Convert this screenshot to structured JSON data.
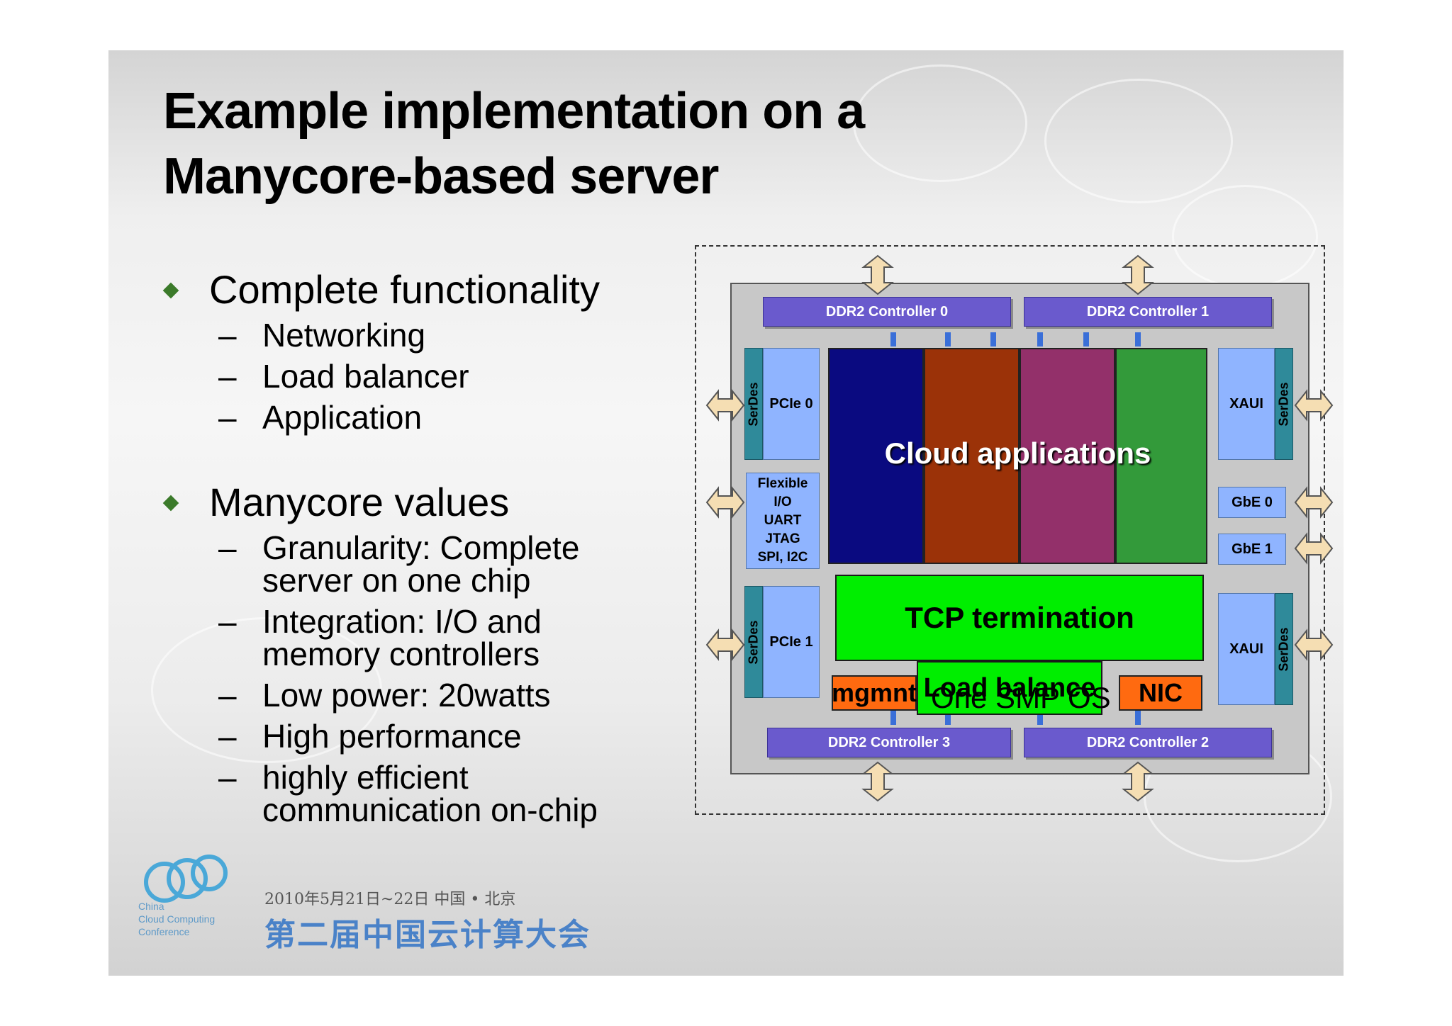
{
  "slide": {
    "title_line1": "Example implementation on a",
    "title_line2": "Manycore-based server",
    "bullet1": "Complete functionality",
    "bullet1_items": [
      "Networking",
      "Load balancer",
      "Application"
    ],
    "bullet2": "Manycore values",
    "bullet2_items": [
      {
        "line1": "Granularity: Complete",
        "line2": "server on one chip"
      },
      {
        "line1": "Integration: I/O and",
        "line2": "memory controllers"
      },
      {
        "line1": "Low power: 20watts",
        "line2": ""
      },
      {
        "line1": "High performance",
        "line2": ""
      },
      {
        "line1": "highly efficient",
        "line2": "communication on-chip"
      }
    ]
  },
  "diagram": {
    "ddr0": "DDR2 Controller 0",
    "ddr1": "DDR2 Controller 1",
    "ddr2": "DDR2 Controller 2",
    "ddr3": "DDR2 Controller 3",
    "pcie0": "PCIe 0",
    "pcie1": "PCIe 1",
    "serdes": "SerDes",
    "flex": [
      "Flexible",
      "I/O",
      "UART",
      "JTAG",
      "SPI, I2C"
    ],
    "xaui": "XAUI",
    "gbe0": "GbE 0",
    "gbe1": "GbE 1",
    "cloud": "Cloud applications",
    "tcp": "TCP termination",
    "mgmnt": "mgmnt",
    "load": "Load balance",
    "nic": "NIC",
    "caption": "One SMP OS",
    "colors": {
      "core1": "#0a0a80",
      "core2": "#9b3208",
      "core3": "#93306a",
      "core4": "#339a3a",
      "tcp": "#00ee00",
      "orange": "#ff6a10",
      "ddr": "#6a5acd"
    }
  },
  "logo": {
    "date": "2010年5月21日~22日   中国 • 北京",
    "name": "第二届中国云计算大会",
    "sub1": "China",
    "sub2": "Cloud Computing",
    "sub3": "Conference"
  }
}
